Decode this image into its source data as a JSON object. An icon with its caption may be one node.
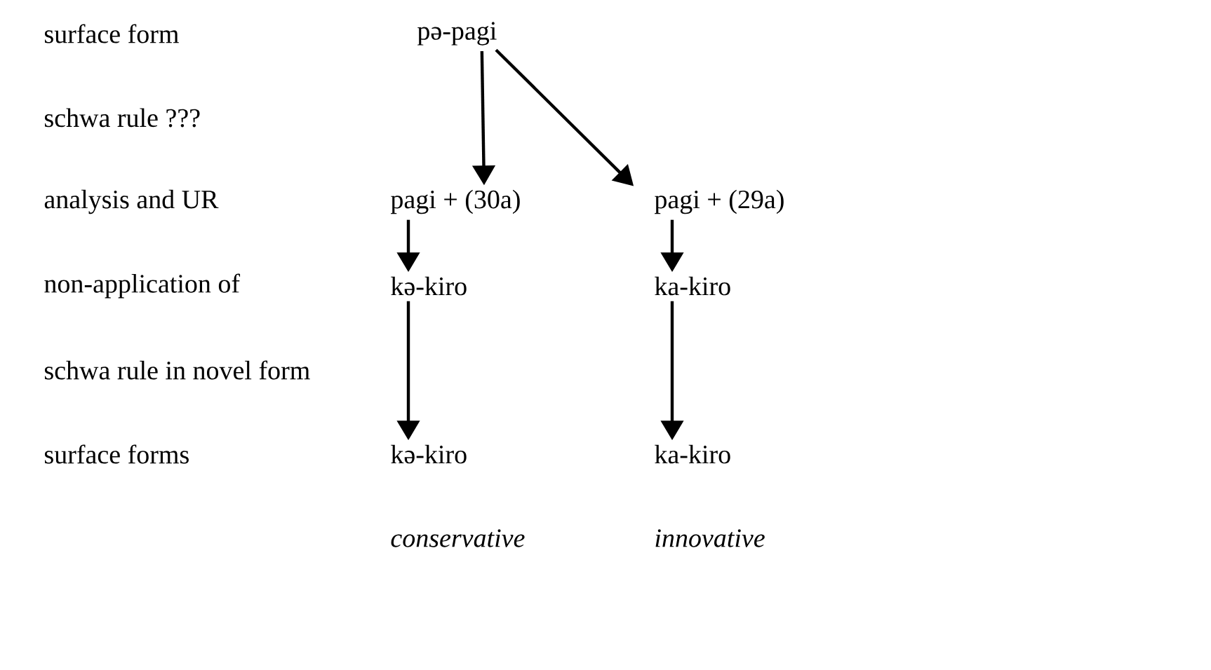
{
  "diagram": {
    "nodes": [
      {
        "text": [
          "pə-pagi"
        ]
      },
      {
        "text": [
          "pagi + (30a)"
        ]
      },
      {
        "text": [
          "pagi + (29a)"
        ]
      },
      {
        "text": [
          "kə-kiro"
        ]
      },
      {
        "text": [
          "ka-kiro"
        ]
      },
      {
        "text": [
          "kə-kiro"
        ],
        "beside": [
          "conservative"
        ]
      },
      {
        "text": [
          "ka-kiro"
        ],
        "beside": [
          "innovative"
        ]
      }
    ],
    "edges": [
      {
        "from": 0,
        "to": 1,
        "arrow": "to"
      },
      {
        "from": 0,
        "to": 2,
        "arrow": "to"
      },
      {
        "from": 1,
        "to": 3,
        "arrow": "to"
      },
      {
        "from": 2,
        "to": 4,
        "arrow": "to"
      },
      {
        "from": 3,
        "to": 5,
        "arrow": "to"
      },
      {
        "from": 4,
        "to": 6,
        "arrow": "to"
      }
    ],
    "labels": [
      "surface form",
      "schwa rule ???",
      "analysis and UR",
      "non-application of",
      "schwa rule in novel form",
      "surface forms"
    ]
  }
}
